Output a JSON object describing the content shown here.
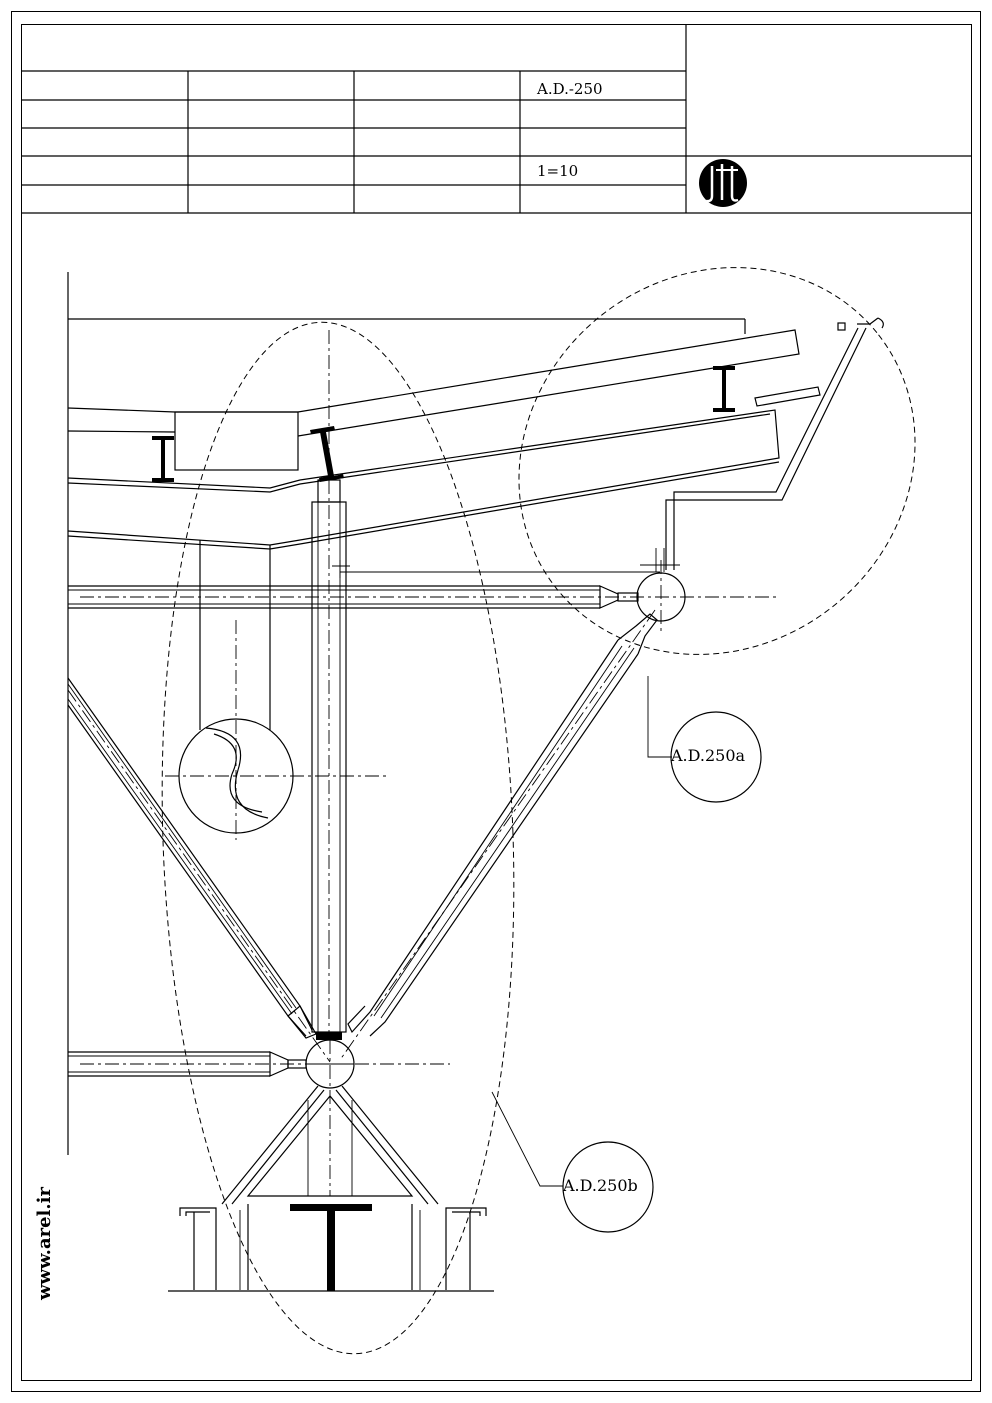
{
  "title_block": {
    "drawing_number": "A.D.-250",
    "scale": "1=10"
  },
  "callouts": {
    "detail_a": "A.D.250a",
    "detail_b": "A.D.250b"
  },
  "watermark": "www.arel.ir",
  "logo": {
    "icon": "company-logo-icon",
    "color": "#000000"
  }
}
